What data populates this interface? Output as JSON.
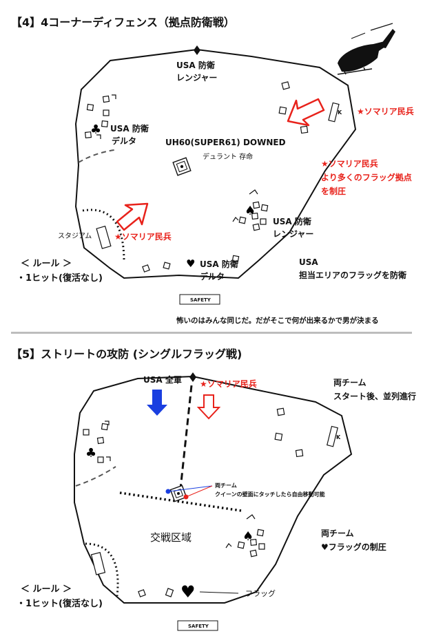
{
  "section4": {
    "title": "【4】4コーナーディフェンス（拠点防衛戦）",
    "usa_ranger_top": "USA 防衛",
    "usa_ranger_top_2": "レンジャー",
    "usa_delta_left": "USA 防衛",
    "usa_delta_left_2": "デルタ",
    "downed": "UH60(SUPER61) DOWNED",
    "downed_note": "デュラント 存命",
    "somalia_top": "★ソマリア民兵",
    "somalia_right_1": "★ソマリア民兵",
    "somalia_right_2": "より多くのフラッグ拠点",
    "somalia_right_3": "を制圧",
    "stadium": "スタジアム",
    "somalia_left": "★ソマリア民兵",
    "usa_ranger_right": "USA 防衛",
    "usa_ranger_right_2": "レンジャー",
    "usa_delta_bottom": "USA 防衛",
    "usa_delta_bottom_2": "デルタ",
    "usa_note_1": "USA",
    "usa_note_2": "担当エリアのフラッグを防衛",
    "rule_title": "＜ ルール ＞",
    "rule_1": "・1ヒット(復活なし)",
    "safety": "SAFETY",
    "k_label": "K",
    "quote": "怖いのはみんな同じだ。だがそこで何が出来るかで男が決まる"
  },
  "section5": {
    "title": "【5】ストリートの攻防 (シングルフラッグ戦)",
    "usa_all": "USA 全軍",
    "somalia": "★ソマリア民兵",
    "both_1": "両チーム",
    "both_2": "スタート後、並列進行",
    "queen_1": "両チーム",
    "queen_2": "クイーンの壁面にタッチしたら自由移動可能",
    "battle_zone": "交戦区域",
    "heart_1": "両チーム",
    "heart_2": "♥フラッグの制圧",
    "flag": "フラッグ",
    "rule_title": "＜ ルール ＞",
    "rule_1": "・1ヒット(復活なし)",
    "safety": "SAFETY",
    "k_label": "K"
  },
  "colors": {
    "somalia_red": "#e8221b",
    "usa_blue": "#1a3fe0",
    "divider_gray": "#bdbdbd"
  },
  "icons": {
    "helicopter": "helicopter-icon",
    "diamond": "diamond-icon",
    "club": "club-icon",
    "spade": "spade-icon",
    "heart": "heart-icon",
    "queen_marker": "queen-marker-icon"
  }
}
